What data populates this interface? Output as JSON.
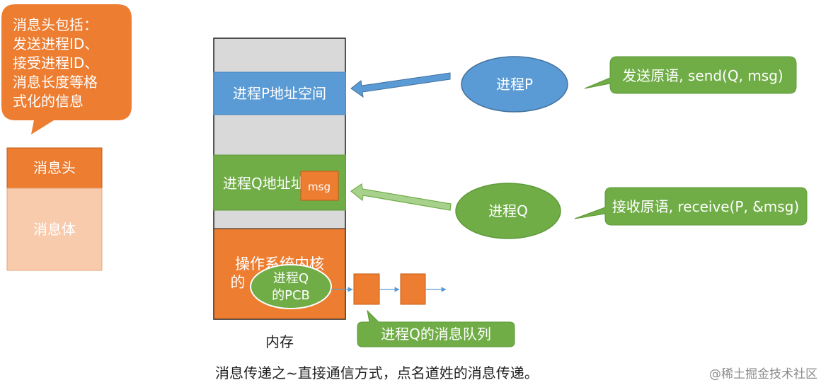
{
  "colors": {
    "orange": "#ED7D31",
    "orange_light": "#F8CBAD",
    "blue": "#5B9BD5",
    "green": "#70AD47",
    "green_light": "#A9D18E",
    "memory_gray": "#D9D9D9"
  },
  "callout_header": {
    "lines": [
      "消息头包括：",
      "发送进程ID、",
      "接受进程ID、",
      "消息长度等格",
      "式化的信息"
    ]
  },
  "message_struct": {
    "header_label": "消息头",
    "body_label": "消息体"
  },
  "memory": {
    "p_space_label": "进程P地址空间",
    "q_space_label": "进程Q地址址",
    "msg_label": "msg",
    "kernel_line1": "操作系统内核",
    "kernel_line2": "的",
    "caption": "内存"
  },
  "pcb": {
    "line1": "进程Q",
    "line2": "的PCB"
  },
  "process_p": {
    "label": "进程P",
    "primitive": "发送原语, send(Q, msg)"
  },
  "process_q": {
    "label": "进程Q",
    "primitive": "接收原语, receive(P, &msg)"
  },
  "queue_label": "进程Q的消息队列",
  "bottom_caption": "消息传递之~直接通信方式，点名道姓的消息传递。",
  "watermark": "@稀土掘金技术社区"
}
